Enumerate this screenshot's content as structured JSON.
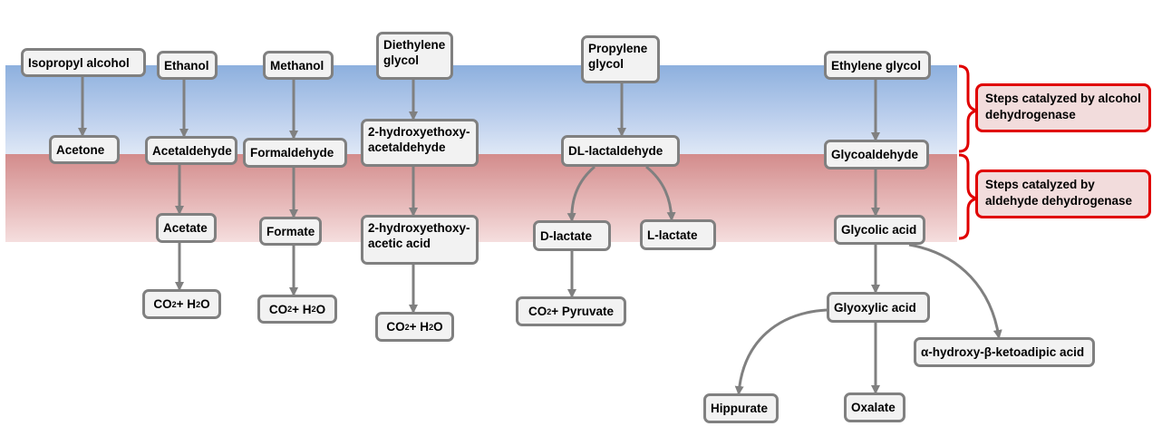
{
  "nodes": {
    "isopropyl_alcohol": "Isopropyl alcohol",
    "acetone": "Acetone",
    "ethanol": "Ethanol",
    "acetaldehyde": "Acetaldehyde",
    "acetate": "Acetate",
    "methanol": "Methanol",
    "formaldehyde": "Formaldehyde",
    "formate": "Formate",
    "diethylene_glycol": "Diethylene glycol",
    "hydroxyethoxy_acetaldehyde": "2-hydroxyethoxy-acetaldehyde",
    "hydroxyethoxy_acetic_acid": "2-hydroxyethoxy-acetic acid",
    "propylene_glycol": "Propylene glycol",
    "dl_lactaldehyde": "DL-lactaldehyde",
    "d_lactate": "D-lactate",
    "l_lactate": "L-lactate",
    "ethylene_glycol": "Ethylene glycol",
    "glycoaldehyde": "Glycoaldehyde",
    "glycolic_acid": "Glycolic acid",
    "glyoxylic_acid": "Glyoxylic acid",
    "hydroxy_ketoadipic_acid": "α-hydroxy-β-ketoadipic acid",
    "hippurate": "Hippurate",
    "oxalate": "Oxalate"
  },
  "products": {
    "co2_h2o": {
      "co": "CO",
      "two": "2",
      "plus_h": " + H",
      "o": "O"
    },
    "co2_pyruvate": {
      "co": "CO",
      "two": "2",
      "rest": " + Pyruvate"
    }
  },
  "legend": {
    "alcohol_dh": "Steps catalyzed by alcohol dehydrogenase",
    "aldehyde_dh": "Steps catalyzed by aldehyde dehydrogenase"
  },
  "colors": {
    "arrow": "#808080",
    "bracket": "#e00000",
    "band_alcohol": "#8db0de",
    "band_aldehyde": "#d38c8c",
    "node_fill": "#f2f2f2"
  }
}
